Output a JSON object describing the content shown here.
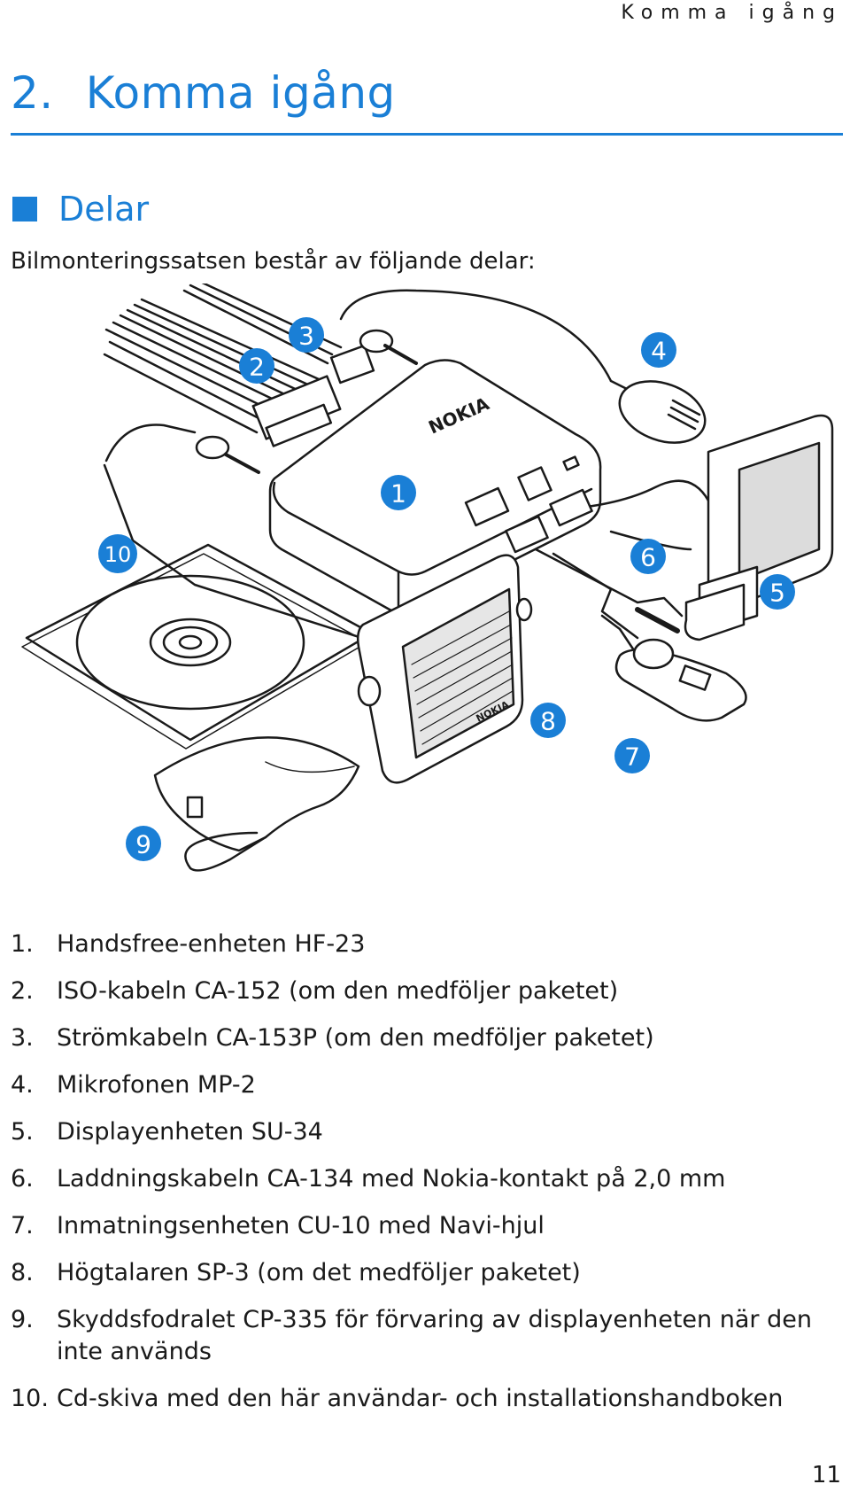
{
  "header": {
    "running_title": "Komma igång"
  },
  "chapter": {
    "number": "2.",
    "title": "Komma igång"
  },
  "section": {
    "title": "Delar"
  },
  "intro": "Bilmonteringssatsen består av följande delar:",
  "figure": {
    "callouts": [
      "1",
      "2",
      "3",
      "4",
      "5",
      "6",
      "7",
      "8",
      "9",
      "10"
    ],
    "device_logo": "NOKIA",
    "speaker_logo": "NOKIA",
    "accent_color": "#1a7fd6"
  },
  "parts": [
    {
      "n": "1.",
      "text": "Handsfree-enheten HF-23"
    },
    {
      "n": "2.",
      "text": "ISO-kabeln CA-152 (om den medföljer paketet)"
    },
    {
      "n": "3.",
      "text": "Strömkabeln CA-153P (om den medföljer paketet)"
    },
    {
      "n": "4.",
      "text": "Mikrofonen MP-2"
    },
    {
      "n": "5.",
      "text": "Displayenheten SU-34"
    },
    {
      "n": "6.",
      "text": "Laddningskabeln CA-134 med Nokia-kontakt på 2,0 mm"
    },
    {
      "n": "7.",
      "text": "Inmatningsenheten CU-10 med Navi-hjul"
    },
    {
      "n": "8.",
      "text": "Högtalaren SP-3 (om det medföljer paketet)"
    },
    {
      "n": "9.",
      "text": "Skyddsfodralet CP-335 för förvaring av displayenheten när den inte används"
    },
    {
      "n": "10.",
      "text": "Cd-skiva med den här användar- och installationshandboken"
    }
  ],
  "page_number": "11"
}
